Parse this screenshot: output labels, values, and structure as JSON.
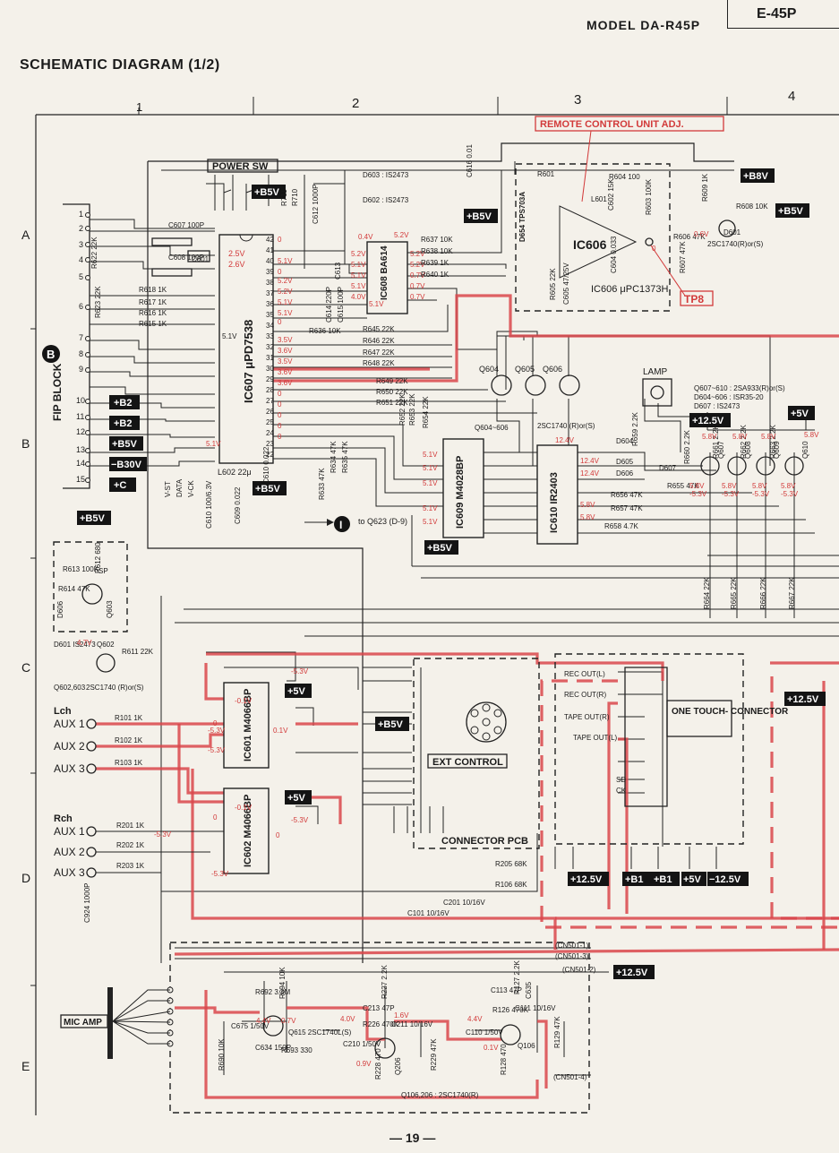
{
  "header": {
    "model_label": "MODEL DA-R45P",
    "code": "E-45P",
    "title": "SCHEMATIC DIAGRAM (1/2)",
    "page_number": "— 19 —"
  },
  "grid": {
    "columns": [
      "1",
      "2",
      "3",
      "4"
    ],
    "rows": [
      "A",
      "B",
      "C",
      "D",
      "E"
    ]
  },
  "blocks": {
    "power_sw": "POWER SW",
    "remote_adj": "REMOTE CONTROL UNIT ADJ.",
    "tp8": "TP8",
    "fip_block": "FIP BLOCK",
    "fip_marker": "B",
    "lamp": "LAMP",
    "ext_control": "EXT CONTROL",
    "connector_pcb": "CONNECTOR PCB",
    "one_touch": "ONE TOUCH- CONNECTOR",
    "mic_amp": "MIC AMP",
    "to_q623": "to Q623 (D-9)",
    "marker_i": "I"
  },
  "ics": {
    "ic607": "IC607 μPD7538",
    "ic608": "IC608 BA614",
    "ic606": "IC606",
    "ic606_type": "IC606 μPC1373H",
    "ic609": "IC609 M4028BP",
    "ic610": "IC610 IR2403",
    "ic601": "IC601 M4066BP",
    "ic602": "IC602 M4066BP"
  },
  "rails": {
    "b8v": "+B8V",
    "b5v": "+B5V",
    "b2": "+B2",
    "b30v": "−B30V",
    "c": "+C",
    "p12v5": "+12.5V",
    "p5v": "+5V",
    "b1": "+B1",
    "m12v5": "−12.5V"
  },
  "notes": {
    "q607_610": "Q607~610 : 2SA933(R)or(S)",
    "d604_606": "D604~606 : ISR35-20",
    "d607": "D607 : IS2473",
    "q604_606": "Q604~606",
    "q604_type": "2SC1740 (R)or(S)",
    "q602_603": "Q602,603",
    "q602_type": "2SC1740 (R)or(S)",
    "d601_type": "2SC1740(R)or(S)",
    "q106_206": "Q106,206 : 2SC1740(R)",
    "q615": "Q615 2SC1740L(S)",
    "d603": "D603 : IS2473",
    "d602": "D602 : IS2473"
  },
  "inputs": {
    "lch": "Lch",
    "rch": "Rch",
    "aux1": "AUX 1",
    "aux2": "AUX 2",
    "aux3": "AUX 3"
  },
  "connector_pins": {
    "rec_out_l": "REC OUT(L)",
    "rec_out_r": "REC OUT(R)",
    "tape_out_r": "TAPE OUT(R)",
    "tape_out_l": "TAPE OUT(L)",
    "sd": "SD",
    "ck": "CK",
    "cn501_1": "(CN501-1)",
    "cn501_3": "(CN501-3)",
    "cn501_2": "(CN501-2)",
    "cn501_4": "(CN501-4)"
  },
  "parts": {
    "r601": "R601",
    "r604": "R604 100",
    "r609": "R609 1K",
    "r608": "R608 10K",
    "r606": "R606 47K",
    "r607": "R607 47K",
    "r603": "R603 100K",
    "r605": "R605 22K",
    "c605": "C605 47/25V",
    "c604": "C604 0.033",
    "c602": "C602 15K",
    "l601": "L601",
    "d601": "D601",
    "d654": "D654 TPS703A",
    "r637": "R637 10K",
    "r638": "R638 10K",
    "r639": "R639 1K",
    "r640": "R640 1K",
    "r645": "R645 22K",
    "r646": "R646 22K",
    "r647": "R647 22K",
    "r648": "R648 22K",
    "r649": "R649 22K",
    "r650": "R650 22K",
    "r651": "R651 22K",
    "r652": "R652 22K",
    "r653": "R653 22K",
    "r654": "R654 22K",
    "r636": "R636 10K",
    "r633": "R633 47K",
    "r634": "R634 47K",
    "r635": "R635 47K",
    "r656": "R656 47K",
    "r657": "R657 47K",
    "r658": "R658 4.7K",
    "r655": "R655 47K",
    "r659": "R659 2.2K",
    "r660": "R660 2.2K",
    "r661": "R661 2.2K",
    "r662": "R662 2.2K",
    "r663": "R663 2.2K",
    "r664": "R664 22K",
    "r665": "R665 22K",
    "r666": "R666 22K",
    "r667": "R667 22K",
    "c607": "C607 100P",
    "c608": "C608 100P",
    "c601": "C601",
    "r618": "R618 1K",
    "r617": "R617 1K",
    "r616": "R616 1K",
    "r615": "R615 1K",
    "r622": "R622 22K",
    "r623": "R623 22K",
    "l602": "L602 22μ",
    "c610": "C610 100/6.3V",
    "c609": "C609 0.022",
    "c610b": "C610 0.022",
    "r613": "R613 100K",
    "r614": "R614 47K",
    "r612": "R612 680",
    "r611": "R611 22K",
    "d606": "D606",
    "q603": "Q603",
    "q602": "Q602",
    "sp": "SP",
    "d601b": "D601 IS2473",
    "r101": "R101 1K",
    "r102": "R102 1K",
    "r103": "R103 1K",
    "r201": "R201 1K",
    "r202": "R202 1K",
    "r203": "R203 1K",
    "c924": "C924 1000P",
    "r205": "R205 68K",
    "r106": "R106 68K",
    "c101": "C101 10/16V",
    "c201": "C201 10/16V",
    "r690": "R690 10K",
    "r692": "R692 3.3M",
    "c675": "C675 1/50V",
    "c634": "C634 150P",
    "r693": "R693 330",
    "r694": "R694 10K",
    "c213": "C213 47P",
    "r226": "R226 470K",
    "c211": "C211 10/16V",
    "c210": "C210 1/50V",
    "r228": "R228 470",
    "q206": "Q206",
    "r227": "R227 2.2K",
    "r229": "R229 47K",
    "c113": "C113 47P",
    "r126": "R126 470K",
    "r127": "R127 2.2K",
    "c111": "C111 10/16V",
    "c110": "C110 1/50V",
    "r128": "R128 470",
    "r129": "R129 47K",
    "c635": "C635",
    "q106": "Q106",
    "c612": "C612 1000P",
    "c613": "C613",
    "c614": "C614 220P",
    "c615": "C615 100P",
    "c616": "C616 0.01",
    "r710": "R710",
    "r711": "R711"
  },
  "q_labels": {
    "q604": "Q604",
    "q605": "Q605",
    "q606": "Q606",
    "q607": "Q607",
    "q608": "Q608",
    "q609": "Q609",
    "q610": "Q610",
    "d604": "D604",
    "d605": "D605",
    "d606": "D606",
    "d607": "D607"
  },
  "ic607_left": [
    "V-ST",
    "DATA",
    "V-CK"
  ],
  "voltages": {
    "ic607_pins_right": [
      "2.5V",
      "2.6V",
      "0",
      "5.1V",
      "0",
      "5.2V",
      "5.2V",
      "5.1V",
      "5.1V",
      "0",
      "3.5V",
      "3.6V",
      "3.5V",
      "3.6V",
      "3.6V",
      "0",
      "0",
      "0",
      "0",
      "0",
      "0",
      "0",
      "0",
      "0",
      "5.1V"
    ],
    "ic608_top": [
      "0.4V",
      "5.2V"
    ],
    "ic608_left": [
      "5.2V",
      "5.1V",
      "5.1V",
      "5.1V",
      "4.0V"
    ],
    "ic608_right": [
      "5.2V",
      "5.2V",
      "0.7V",
      "0.7V",
      "0.7V"
    ],
    "ic608_bottom": "5.1V",
    "ic609_left": [
      "5.1V",
      "5.1V",
      "5.1V",
      "5.1V",
      "5.1V"
    ],
    "ic610_right": [
      "12.4V",
      "12.4V",
      "12.4V",
      "5.8V",
      "5.8V",
      "5.8V"
    ],
    "q_row": [
      "5.8V",
      "5.8V",
      "5.8V",
      "5.8V"
    ],
    "q_row_low": [
      "5.8V",
      "5.8V",
      "5.8V",
      "5.8V"
    ],
    "q_row_neg": [
      "-5.3V",
      "-5.3V",
      "-5.3V",
      "-5.3V"
    ],
    "q601_606": [
      "0.6V",
      "0",
      "0"
    ],
    "q602": "4.7V",
    "ic601": [
      "-0.1V",
      "0",
      "-5.3V",
      "0.1V",
      "-5.3V",
      "-5.3V"
    ],
    "ic602": [
      "-0.1V",
      "0",
      "-5.3V",
      "-5.3V",
      "0",
      "-5.3V"
    ],
    "q615": [
      "4.4V",
      "0.7V"
    ],
    "q206": [
      "4.0V",
      "0.9V",
      "1.6V"
    ],
    "q106": [
      "4.4V",
      "0.1V"
    ]
  }
}
